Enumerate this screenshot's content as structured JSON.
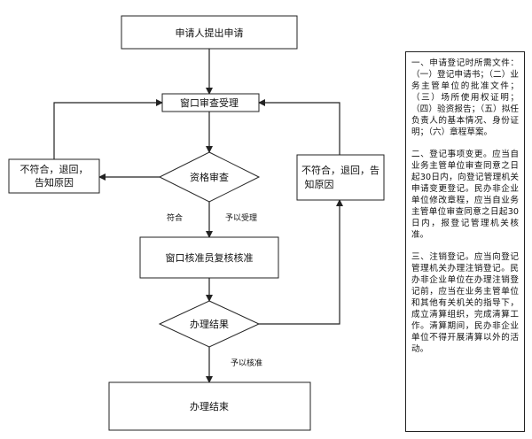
{
  "nodes": {
    "start": "申请人提出申请",
    "window_review": "窗口审查受理",
    "qualification": "资格审查",
    "reject_left": [
      "不符合，退回，",
      "告知原因"
    ],
    "reject_right": [
      "不符合，退回，告",
      "知原因"
    ],
    "recheck": "窗口核准员复核核准",
    "result": "办理结果",
    "end": "办理结束"
  },
  "edges": {
    "meets": "符合",
    "accept": "予以受理",
    "approve": "予以核准"
  },
  "notes": [
    "一、申请登记时所需文件：（一）登记申请书；（二）业务主管单位的批准文件；（三）场所使用权证明；（四）验资报告；（五）拟任负责人的基本情况、身份证明；（六）章程草案。",
    "二、登记事项变更。应当自业务主管单位审查同意之日起30日内，向登记管理机关申请变更登记。民办非企业单位修改章程，应当自业务主管单位审查同意之日起30日内，报登记管理机关核准。",
    "三、注销登记。应当向登记管理机关办理注销登记。民办非企业单位在办理注销登记前，应当在业务主管单位和其他有关机关的指导下，成立清算组织，完成清算工作。清算期间，民办非企业单位不得开展清算以外的活动。"
  ]
}
